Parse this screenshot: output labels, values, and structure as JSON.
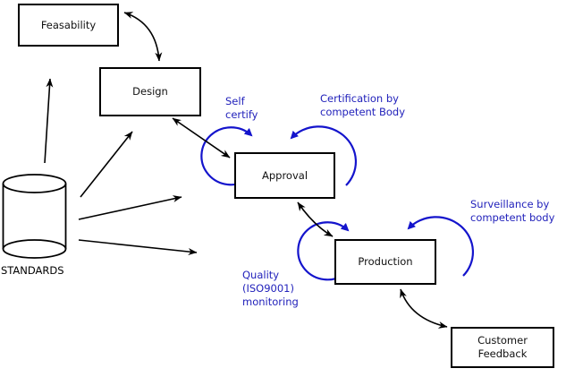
{
  "nodes": {
    "feasability": {
      "label": "Feasability"
    },
    "design": {
      "label": "Design"
    },
    "approval": {
      "label": "Approval"
    },
    "production": {
      "label": "Production"
    },
    "customer_feedback": {
      "line1": "Customer",
      "line2": "Feedback"
    }
  },
  "datastore": {
    "label": "STANDARDS"
  },
  "annotations": {
    "self_certify": {
      "line1": "Self",
      "line2": "certify"
    },
    "certification": {
      "line1": "Certification by",
      "line2": "competent Body"
    },
    "surveillance": {
      "line1": "Surveillance by",
      "line2": "competent body"
    },
    "quality": {
      "line1": "Quality",
      "line2": "(ISO9001)",
      "line3": "monitoring"
    }
  },
  "colors": {
    "annotation_text": "#2222bb",
    "loop_stroke": "#1414cc",
    "line_stroke": "#000000",
    "node_border": "#000000",
    "background": "#ffffff"
  }
}
